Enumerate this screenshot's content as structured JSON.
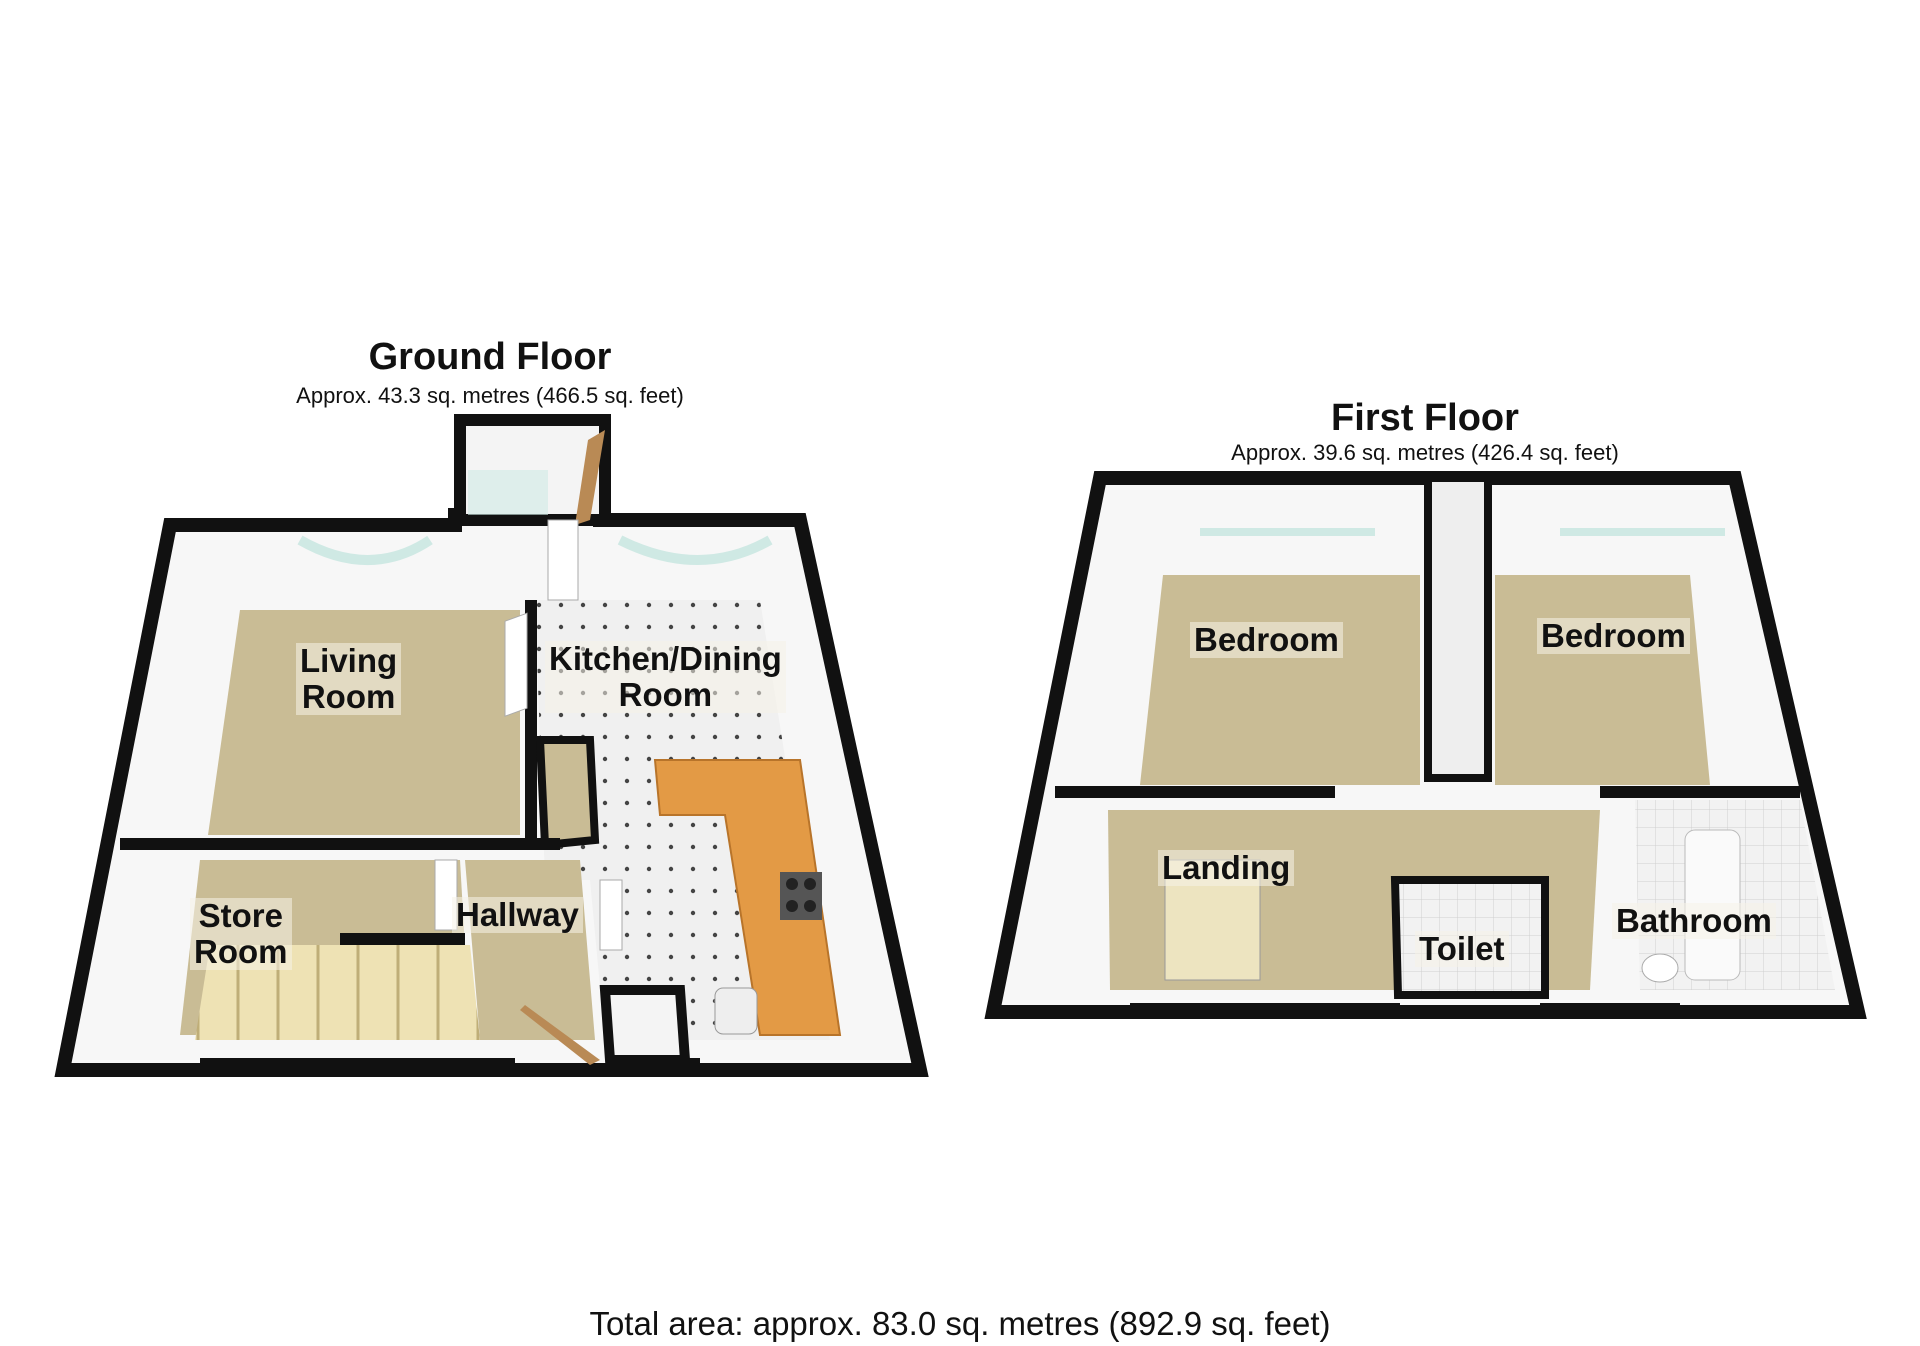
{
  "ground_floor": {
    "title": "Ground Floor",
    "area": "Approx. 43.3 sq. metres (466.5 sq. feet)",
    "rooms": {
      "living_room": "Living\nRoom",
      "kitchen_dining": "Kitchen/Dining\nRoom",
      "store_room": "Store\nRoom",
      "hallway": "Hallway"
    }
  },
  "first_floor": {
    "title": "First Floor",
    "area": "Approx. 39.6 sq. metres (426.4 sq. feet)",
    "rooms": {
      "bedroom_left": "Bedroom",
      "bedroom_right": "Bedroom",
      "landing": "Landing",
      "toilet": "Toilet",
      "bathroom": "Bathroom"
    }
  },
  "total_area": "Total area: approx. 83.0 sq. metres (892.9 sq. feet)",
  "colors": {
    "wall": "#111111",
    "carpet": "#c9bc95",
    "tile": "#eeeeee",
    "worktop": "#e39a45",
    "wall_face": "#f7f7f7"
  }
}
